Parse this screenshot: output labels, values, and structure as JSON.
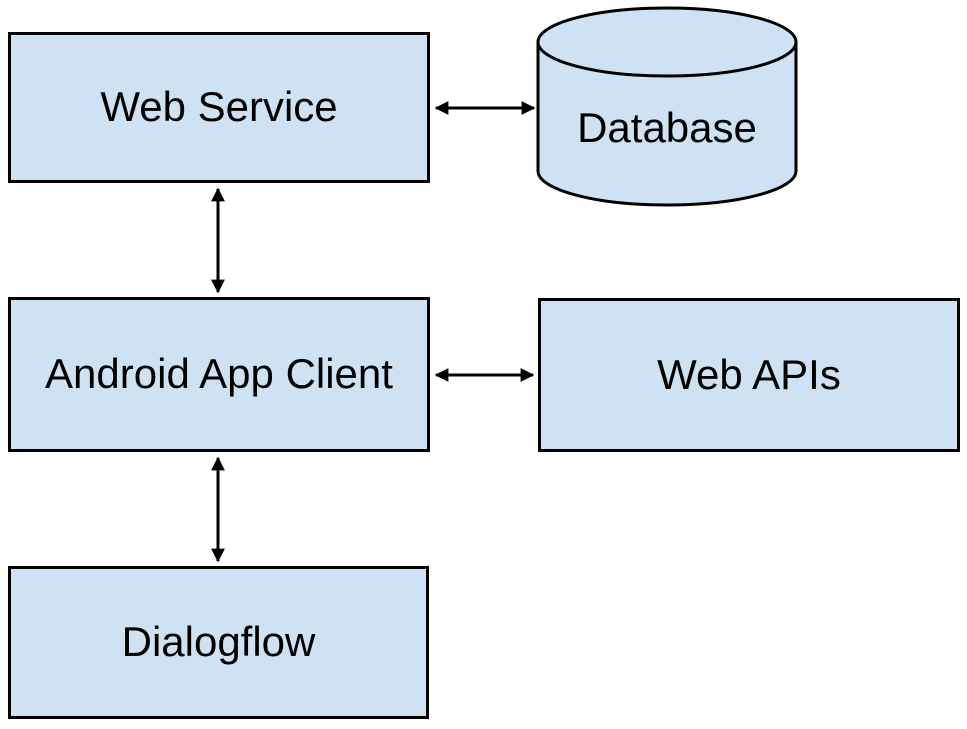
{
  "diagram": {
    "type": "architecture-diagram",
    "background": "#ffffff",
    "colors": {
      "shape_fill": "#cfe2f3",
      "shape_border": "#000000",
      "arrow": "#000000",
      "text": "#000000"
    },
    "nodes": [
      {
        "id": "web-service",
        "label": "Web Service",
        "shape": "rectangle"
      },
      {
        "id": "database",
        "label": "Database",
        "shape": "cylinder"
      },
      {
        "id": "android-app-client",
        "label": "Android App Client",
        "shape": "rectangle"
      },
      {
        "id": "web-apis",
        "label": "Web APIs",
        "shape": "rectangle"
      },
      {
        "id": "dialogflow",
        "label": "Dialogflow",
        "shape": "rectangle"
      }
    ],
    "edges": [
      {
        "from": "web-service",
        "to": "database",
        "style": "double-headed-arrow",
        "orientation": "horizontal"
      },
      {
        "from": "web-service",
        "to": "android-app-client",
        "style": "double-headed-arrow",
        "orientation": "vertical"
      },
      {
        "from": "android-app-client",
        "to": "web-apis",
        "style": "double-headed-arrow",
        "orientation": "horizontal"
      },
      {
        "from": "android-app-client",
        "to": "dialogflow",
        "style": "double-headed-arrow",
        "orientation": "vertical"
      }
    ]
  }
}
